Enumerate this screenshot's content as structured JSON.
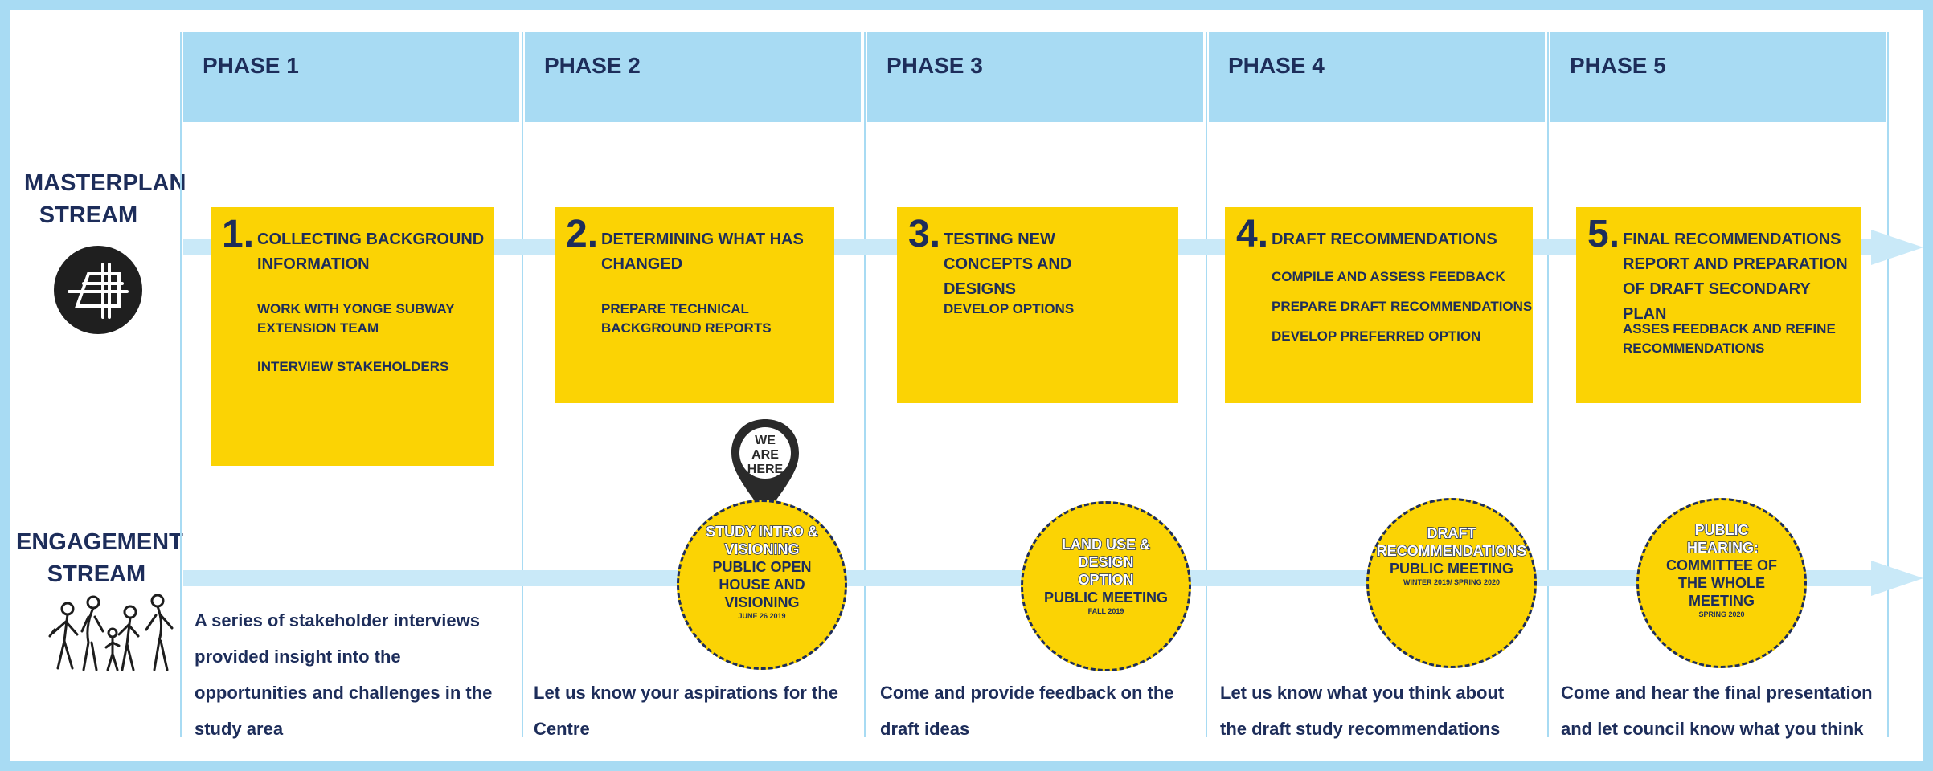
{
  "streams": {
    "masterplan": "MASTERPLAN STREAM",
    "engagement": "ENGAGEMENT STREAM"
  },
  "phases": [
    {
      "header": "PHASE 1",
      "step_number": "1.",
      "step_title": "COLLECTING BACKGROUND INFORMATION",
      "step_items": [
        "WORK WITH YONGE SUBWAY EXTENSION TEAM",
        "INTERVIEW STAKEHOLDERS"
      ],
      "description": "A series of stakeholder interviews provided insight into the opportunities and challenges in the study area"
    },
    {
      "header": "PHASE 2",
      "step_number": "2.",
      "step_title": "DETERMINING WHAT HAS CHANGED",
      "step_items": [
        "PREPARE TECHNICAL BACKGROUND REPORTS"
      ],
      "event": {
        "top": "STUDY INTRO & VISIONING",
        "main": "PUBLIC OPEN HOUSE AND VISIONING",
        "date": "JUNE 26 2019"
      },
      "description": "Let us know your aspirations for the Centre"
    },
    {
      "header": "PHASE 3",
      "step_number": "3.",
      "step_title": "TESTING NEW CONCEPTS AND DESIGNS",
      "step_items": [
        "DEVELOP OPTIONS"
      ],
      "event": {
        "top": "LAND USE & DESIGN OPTION",
        "main": "PUBLIC MEETING",
        "date": "FALL 2019"
      },
      "description": "Come and provide feedback on the draft ideas"
    },
    {
      "header": "PHASE 4",
      "step_number": "4.",
      "step_title": "DRAFT RECOMMENDATIONS",
      "step_items": [
        "COMPILE AND ASSESS FEEDBACK",
        "PREPARE DRAFT RECOMMENDATIONS",
        "DEVELOP PREFERRED OPTION"
      ],
      "event": {
        "top": "DRAFT RECOMMENDATIONS",
        "main": "PUBLIC MEETING",
        "date": "WINTER 2019/ SPRING 2020"
      },
      "description": "Let us know what you think about the draft study recommendations"
    },
    {
      "header": "PHASE 5",
      "step_number": "5.",
      "step_title": "FINAL RECOMMENDATIONS REPORT AND PREPARATION OF DRAFT SECONDARY PLAN",
      "step_items": [
        "ASSES FEEDBACK AND REFINE RECOMMENDATIONS"
      ],
      "event": {
        "top": "PUBLIC HEARING:",
        "main": "COMMITTEE OF THE WHOLE MEETING",
        "date": "SPRING 2020"
      },
      "description": "Come and hear the final presentation and let council know what you think"
    }
  ],
  "marker": {
    "label": "WE ARE HERE"
  },
  "colors": {
    "frame": "#a8dbf3",
    "box": "#fbd304",
    "text": "#1d2d5a"
  }
}
